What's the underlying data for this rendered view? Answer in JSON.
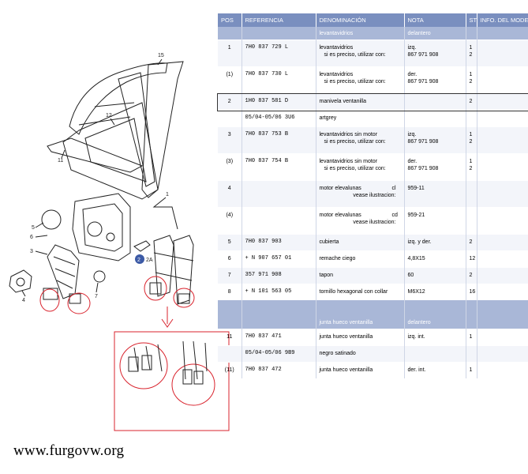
{
  "watermark": "www.furgovw.org",
  "diagram_labels": {
    "l15": "15",
    "l12": "12",
    "l11": "11",
    "l1": "1",
    "l5": "5",
    "l6": "6",
    "l3": "3",
    "l4": "4",
    "l7": "7",
    "l2": "2",
    "l2a": "2A"
  },
  "table": {
    "headers": [
      "POS",
      "REFERENCIA",
      "DENOMINACIÓN",
      "NOTA",
      "ST",
      "INFO. DEL MODELO"
    ],
    "group1": {
      "denom": "levantavidrios",
      "nota": "delantero"
    },
    "rows": [
      {
        "pos": "1",
        "ref": "7H0  837 729  L",
        "denom": "levantavidrios",
        "denom2": "si es preciso, utilizar con:",
        "nota": "izq.",
        "nota2": "867 971 908",
        "st": "1",
        "st2": "2"
      },
      {
        "pos": "(1)",
        "ref": "7H0  837 730  L",
        "denom": "levantavidrios",
        "denom2": "si es preciso, utilizar con:",
        "nota": "der.",
        "nota2": "867 971 908",
        "st": "1",
        "st2": "2"
      },
      {
        "pos": "2",
        "ref": "1H0  837 581  D",
        "denom": "manivela ventanilla",
        "denom2": "",
        "nota": "",
        "nota2": "",
        "st": "2",
        "st2": ""
      },
      {
        "pos": "",
        "ref": "05/04-05/06 3U6",
        "denom": "artgrey",
        "denom2": "",
        "nota": "",
        "nota2": "",
        "st": "",
        "st2": ""
      },
      {
        "pos": "3",
        "ref": "7H0  837 753  B",
        "denom": "levantavidrios sin motor",
        "denom2": "si es preciso, utilizar con:",
        "nota": "izq.",
        "nota2": "867 971 908",
        "st": "1",
        "st2": "2"
      },
      {
        "pos": "(3)",
        "ref": "7H0  837 754  B",
        "denom": "levantavidrios sin motor",
        "denom2": "si es preciso, utilizar con:",
        "nota": "der.",
        "nota2": "867 971 908",
        "st": "1",
        "st2": "2"
      },
      {
        "pos": "4",
        "ref": "",
        "denom": "motor elevalunas",
        "denom_r": "cl",
        "denom2": "vease ilustracion:",
        "nota": "",
        "nota2": "959-11",
        "st": "",
        "st2": ""
      },
      {
        "pos": "(4)",
        "ref": "",
        "denom": "motor elevalunas",
        "denom_r": "cd",
        "denom2": "vease ilustracion:",
        "nota": "",
        "nota2": "959-21",
        "st": "",
        "st2": ""
      },
      {
        "pos": "5",
        "ref": "7H0  837 903",
        "denom": "cubierta",
        "denom2": "",
        "nota": "izq. y der.",
        "nota2": "",
        "st": "2",
        "st2": ""
      },
      {
        "pos": "6",
        "ref": "+ N    907 657 01",
        "denom": "remache ciego",
        "denom2": "",
        "nota": "4,8X15",
        "nota2": "",
        "st": "12",
        "st2": ""
      },
      {
        "pos": "7",
        "ref": "357  971 908",
        "denom": "tapon",
        "denom2": "",
        "nota": "60",
        "nota2": "",
        "st": "2",
        "st2": ""
      },
      {
        "pos": "8",
        "ref": "+ N    101 563 05",
        "denom": "tornillo hexagonal con collar",
        "denom2": "",
        "nota": "M6X12",
        "nota2": "",
        "st": "16",
        "st2": ""
      }
    ],
    "group2": {
      "denom": "junta hueco ventanilla",
      "nota": "delantero"
    },
    "rows2": [
      {
        "pos": "11",
        "ref": "7H0  837 471",
        "denom": "junta hueco ventanilla",
        "nota": "izq. int.",
        "st": "1"
      },
      {
        "pos": "",
        "ref": "05/04-05/06 9B9",
        "denom": "negro satinado",
        "nota": "",
        "st": ""
      },
      {
        "pos": "(11)",
        "ref": "7H0  837 472",
        "denom": "junta hueco ventanilla",
        "nota": "der. int.",
        "st": "1"
      }
    ]
  },
  "colors": {
    "header": "#7a8fbf",
    "group": "#a9b7d7",
    "callout": "#d9232d"
  }
}
